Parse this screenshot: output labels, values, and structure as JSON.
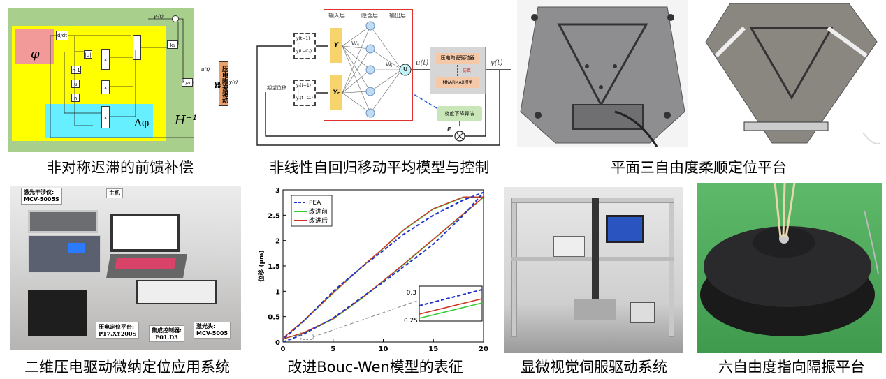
{
  "captions": {
    "p1": "非对称迟滞的前馈补偿",
    "p2": "非线性自回归移动平均模型与控制",
    "p3": "平面三自由度柔顺定位平台",
    "p4": "二维压电驱动微纳定位应用系统",
    "p5": "改进Bouc-Wen模型的表征",
    "p6": "显微视觉伺服驱动系统",
    "p7": "六自由度指向隔振平台"
  },
  "diagram1": {
    "phi": "φ",
    "delta": "Δφ",
    "hinv": "H⁻¹",
    "yr": "yᵣ(t)",
    "u": "u(t)",
    "y": "y(t)",
    "ddt": "d/dt",
    "k1": "k₁",
    "inv": "1/a₁",
    "abs": "|u|",
    "n1": "n-1",
    "n": "n",
    "mult": "×",
    "actuator": "压电陶瓷驱动器"
  },
  "diagram2": {
    "input_layer": "输入层",
    "hidden_layer": "隐含层",
    "output_layer": "输出层",
    "y_in": "Y",
    "yr_in": "Yᵣ",
    "delay1a": "y(t−1)",
    "delay1b": "y(t−Cᵧ)",
    "delay2a": "yᵣ(t−1)",
    "delay2b": "yᵣ(t−Cᵤ)",
    "desired": "期望位移",
    "w_ij": "Wᵢⱼ",
    "w_j": "Wⱼ",
    "u_node": "U",
    "u": "u(t)",
    "y": "y(t)",
    "actuator": "压电陶瓷驱动器",
    "sim": "仿真",
    "model": "MNARMAX模型",
    "gd": "梯度下降算法",
    "e": "E"
  },
  "photo_labels": {
    "interferometer": "激光干涉仪:",
    "interferometer_model": "MCV-5005S",
    "host": "主机",
    "stage": "压电定位平台:",
    "stage_model": "P17.XY200S",
    "controller": "集成控制器:",
    "controller_model": "E01.D3",
    "laser_head": "激光头:",
    "laser_head_model": "MCV-5005"
  },
  "chart_data": {
    "type": "line",
    "title": "",
    "xlabel": "",
    "ylabel": "位移 (μm)",
    "xlim": [
      0,
      20
    ],
    "ylim": [
      0,
      3
    ],
    "xticks": [
      "0",
      "5",
      "10",
      "15",
      "20"
    ],
    "yticks": [
      "0",
      "0.5",
      "1",
      "1.5",
      "2",
      "2.5",
      "3"
    ],
    "legend": "top-left",
    "series": [
      {
        "name": "PEA",
        "color": "#2233cc",
        "style": "dashed",
        "x": [
          0,
          2,
          5,
          8,
          10,
          12,
          15,
          18,
          20,
          18,
          15,
          12,
          10,
          8,
          5,
          2,
          0
        ],
        "y": [
          0.0,
          0.15,
          0.47,
          0.9,
          1.18,
          1.48,
          1.93,
          2.5,
          2.95,
          2.8,
          2.5,
          2.12,
          1.8,
          1.5,
          1.0,
          0.4,
          0.05
        ]
      },
      {
        "name": "改进前",
        "color": "#33cc33",
        "style": "solid",
        "x": [
          0,
          2,
          5,
          8,
          10,
          12,
          15,
          18,
          20,
          18,
          15,
          12,
          10,
          8,
          5,
          2,
          0
        ],
        "y": [
          0.06,
          0.17,
          0.45,
          0.88,
          1.2,
          1.52,
          2.02,
          2.52,
          2.85,
          2.85,
          2.62,
          2.2,
          1.84,
          1.5,
          0.96,
          0.4,
          0.08
        ]
      },
      {
        "name": "改进后",
        "color": "#cc3322",
        "style": "solid",
        "x": [
          0,
          2,
          5,
          8,
          10,
          12,
          15,
          18,
          20,
          18,
          15,
          12,
          10,
          8,
          5,
          2,
          0
        ],
        "y": [
          0.06,
          0.18,
          0.46,
          0.89,
          1.21,
          1.53,
          2.03,
          2.53,
          2.86,
          2.86,
          2.63,
          2.21,
          1.85,
          1.51,
          0.97,
          0.41,
          0.08
        ]
      }
    ],
    "inset": {
      "ylim": [
        0.25,
        0.3
      ],
      "yticks": [
        "0.3",
        "0.25"
      ]
    }
  }
}
